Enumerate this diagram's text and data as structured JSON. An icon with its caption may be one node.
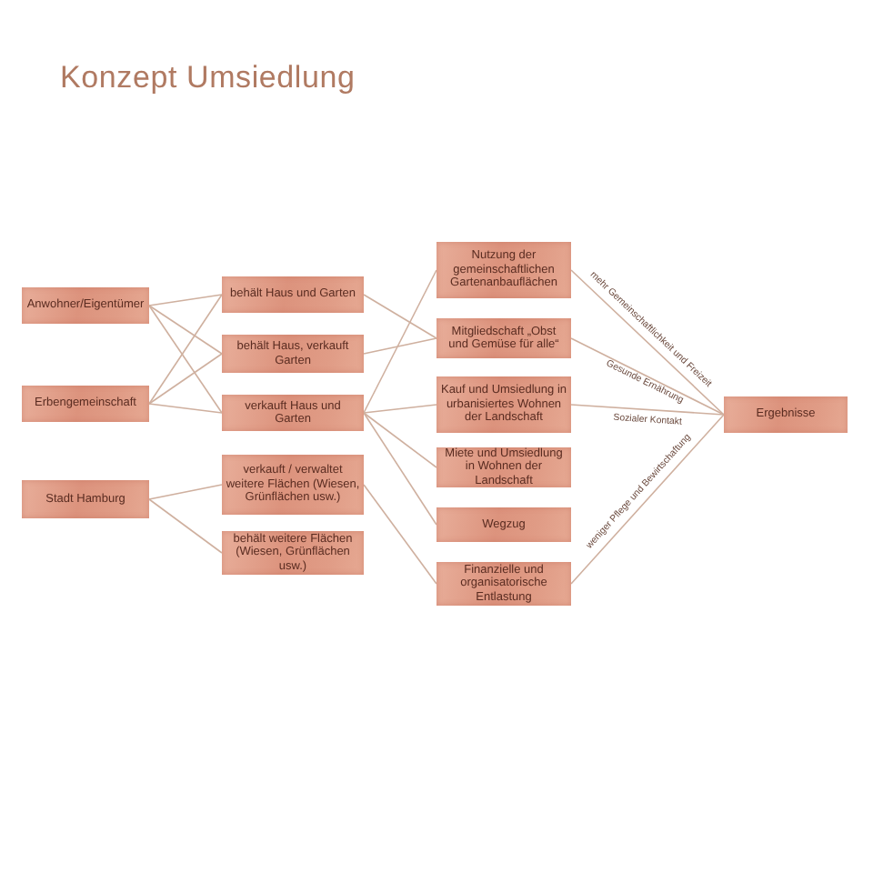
{
  "diagram": {
    "title": "Konzept Umsiedlung",
    "nodes": [
      {
        "text": [
          "Anwohner/Eigentümer"
        ]
      },
      {
        "text": [
          "Erbengemeinschaft"
        ]
      },
      {
        "text": [
          "Stadt Hamburg"
        ]
      },
      {
        "text": [
          "behält Haus und Garten"
        ]
      },
      {
        "text": [
          "behält Haus, verkauft Garten"
        ]
      },
      {
        "text": [
          "verkauft Haus und Garten"
        ]
      },
      {
        "text": [
          "verkauft / verwaltet weitere Flächen (Wiesen, Grünflächen usw.)"
        ]
      },
      {
        "text": [
          "behält weitere Flächen (Wiesen, Grünflächen usw.)"
        ]
      },
      {
        "text": [
          "Nutzung der gemeinschaftlichen Gartenanbauflächen"
        ]
      },
      {
        "text": [
          "Mitgliedschaft „Obst und Gemüse für alle“"
        ]
      },
      {
        "text": [
          "Kauf und Umsiedlung in urbanisiertes Wohnen der Landschaft"
        ]
      },
      {
        "text": [
          "Miete und Umsiedlung in Wohnen der Landschaft"
        ]
      },
      {
        "text": [
          "Wegzug"
        ]
      },
      {
        "text": [
          "Finanzielle und organisatorische Entlastung"
        ]
      },
      {
        "text": [
          "Ergebnisse"
        ]
      }
    ],
    "edges": [
      {
        "from": 0,
        "to": 3,
        "arrow": "none"
      },
      {
        "from": 0,
        "to": 4,
        "arrow": "none"
      },
      {
        "from": 0,
        "to": 5,
        "arrow": "none"
      },
      {
        "from": 1,
        "to": 3,
        "arrow": "none"
      },
      {
        "from": 1,
        "to": 4,
        "arrow": "none"
      },
      {
        "from": 1,
        "to": 5,
        "arrow": "none"
      },
      {
        "from": 2,
        "to": 6,
        "arrow": "none"
      },
      {
        "from": 2,
        "to": 7,
        "arrow": "none"
      },
      {
        "from": 3,
        "to": 9,
        "arrow": "none"
      },
      {
        "from": 4,
        "to": 9,
        "arrow": "none"
      },
      {
        "from": 5,
        "to": 8,
        "arrow": "none"
      },
      {
        "from": 5,
        "to": 10,
        "arrow": "none"
      },
      {
        "from": 5,
        "to": 11,
        "arrow": "none"
      },
      {
        "from": 5,
        "to": 12,
        "arrow": "none"
      },
      {
        "from": 6,
        "to": 13,
        "arrow": "none"
      },
      {
        "from": 8,
        "to": 14,
        "arrow": "none",
        "label": "mehr Gemeinschaftlichkeit und Freizeit"
      },
      {
        "from": 9,
        "to": 14,
        "arrow": "none",
        "label": "Gesunde Ernährung"
      },
      {
        "from": 10,
        "to": 14,
        "arrow": "none",
        "label": "Sozialer Kontakt"
      },
      {
        "from": 13,
        "to": 14,
        "arrow": "none",
        "label": "weniger Pflege und Bewirtschaftung"
      }
    ]
  }
}
